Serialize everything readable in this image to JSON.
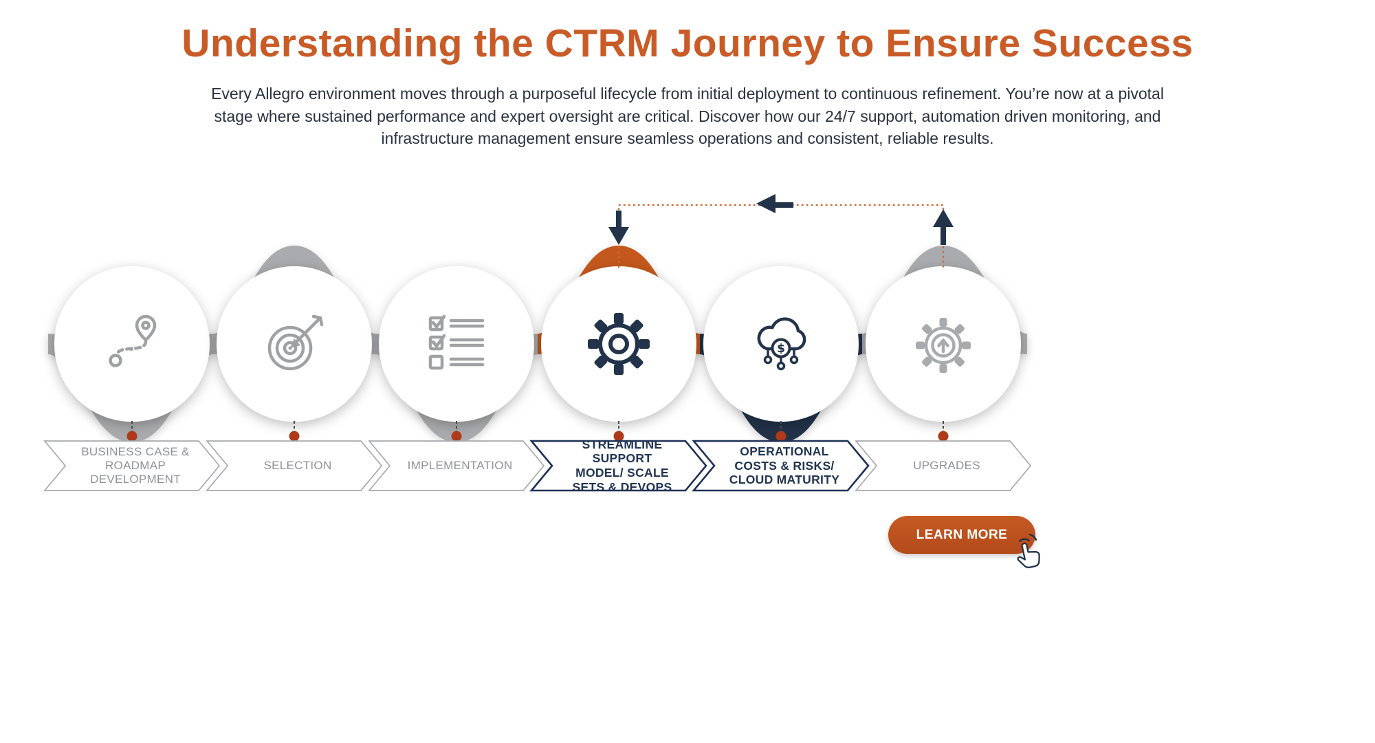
{
  "header": {
    "title": "Understanding the CTRM Journey to Ensure Success",
    "description": "Every Allegro environment moves through a purposeful lifecycle from initial deployment to continuous refinement. You’re now at a pivotal stage where sustained performance and expert oversight are critical. Discover how our 24/7 support, automation driven monitoring, and infrastructure management ensure seamless operations and consistent, reliable results."
  },
  "stages": [
    {
      "label": "BUSINESS CASE &\nROADMAP\nDEVELOPMENT",
      "icon": "route-map-icon",
      "emphasis": false
    },
    {
      "label": "SELECTION",
      "icon": "target-icon",
      "emphasis": false
    },
    {
      "label": "IMPLEMENTATION",
      "icon": "checklist-icon",
      "emphasis": false
    },
    {
      "label": "STREAMLINE SUPPORT\nMODEL/ SCALE\nSETS & DEVOPS",
      "icon": "gear-icon",
      "emphasis": true
    },
    {
      "label": "OPERATIONAL\nCOSTS & RISKS/\nCLOUD MATURITY",
      "icon": "cloud-cost-icon",
      "emphasis": true
    },
    {
      "label": "UPGRADES",
      "icon": "upgrade-gear-icon",
      "emphasis": false
    }
  ],
  "cta": {
    "label": "LEARN MORE"
  },
  "colors": {
    "orange": "#C95B27",
    "button_orange": "#BC4E1D",
    "navy": "#22334A",
    "banner_navy": "#213453",
    "gray": "#9FA1A4",
    "text_gray": "#8F9194",
    "dot": "#AE3A1B"
  }
}
